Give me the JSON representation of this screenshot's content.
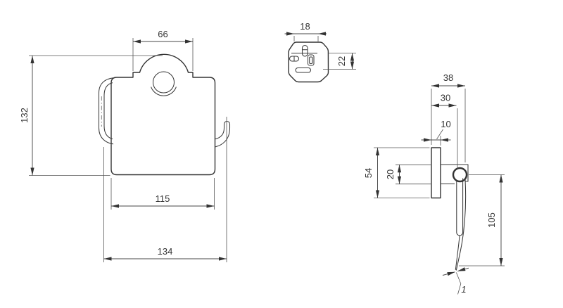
{
  "drawing": {
    "kind": "technical dimension drawing",
    "unit_note": "mm"
  },
  "dims": {
    "front_top_width": "66",
    "front_height": "132",
    "front_inner_width": "115",
    "front_total_width": "134",
    "bracket_width": "18",
    "bracket_depth": "22",
    "side_total_depth": "38",
    "side_pivot_depth": "30",
    "side_plate_thickness": "10",
    "side_plate_height": "54",
    "side_arm_height": "20",
    "side_flap_length": "105",
    "side_tip_thickness": "1"
  },
  "colors": {
    "line": "#333333",
    "dimension_line": "#474747",
    "background": "#ffffff"
  }
}
